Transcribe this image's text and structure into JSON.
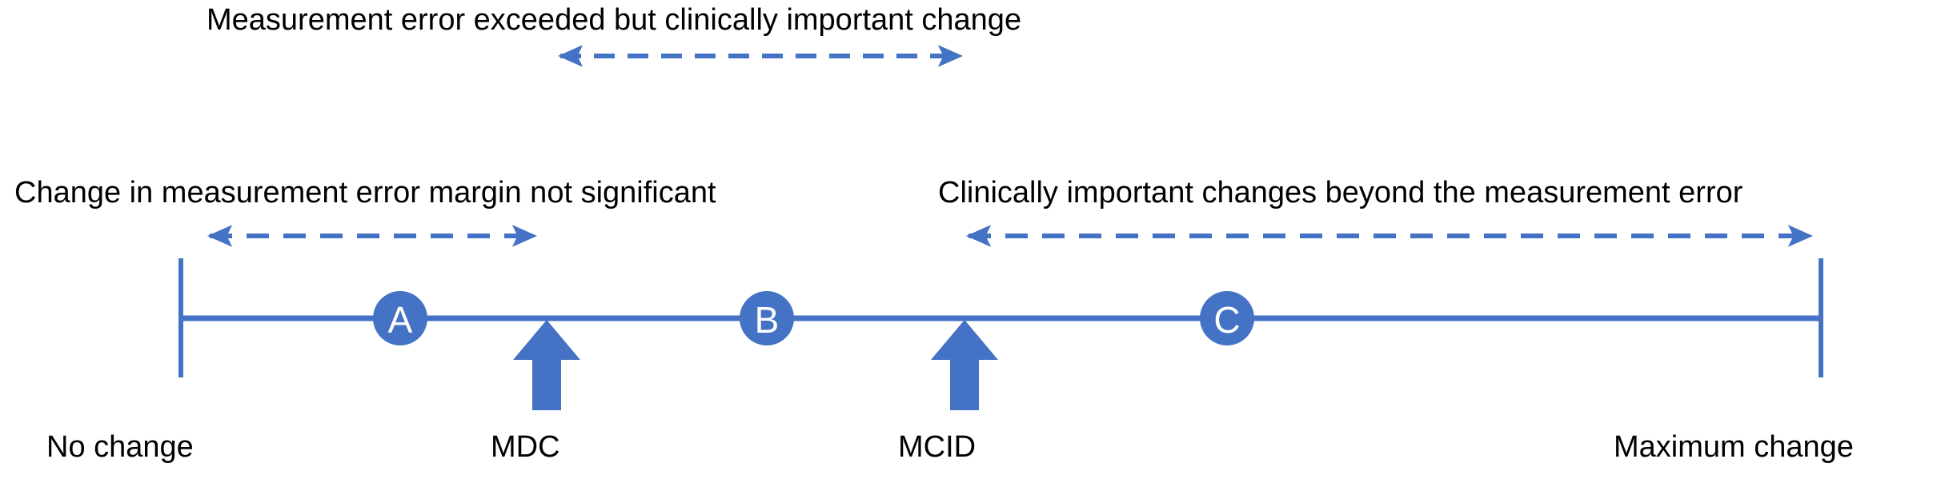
{
  "figure": {
    "type": "measurement-change-continuum-diagram",
    "background_color": "#ffffff",
    "accent_color": "#4472C4",
    "text_color": "#000000"
  },
  "captions": {
    "top": "Measurement error exceeded but clinically important change",
    "left": "Change in measurement error margin not significant",
    "right": "Clinically important changes beyond the measurement error"
  },
  "axis": {
    "start_label": "No change",
    "end_label": "Maximum change",
    "line_color": "#4472C4"
  },
  "markers": [
    {
      "label": "A"
    },
    {
      "label": "B"
    },
    {
      "label": "C"
    }
  ],
  "thresholds": [
    {
      "label": "MDC"
    },
    {
      "label": "MCID"
    }
  ],
  "ranges": [
    {
      "name": "top-range",
      "caption": "Measurement error exceeded but clinically important change",
      "style": "dashed double-headed arrow"
    },
    {
      "name": "left-range",
      "caption": "Change in measurement error margin not significant",
      "style": "dashed double-headed arrow"
    },
    {
      "name": "right-range",
      "caption": "Clinically important changes beyond the measurement error",
      "style": "dashed double-headed arrow"
    }
  ]
}
